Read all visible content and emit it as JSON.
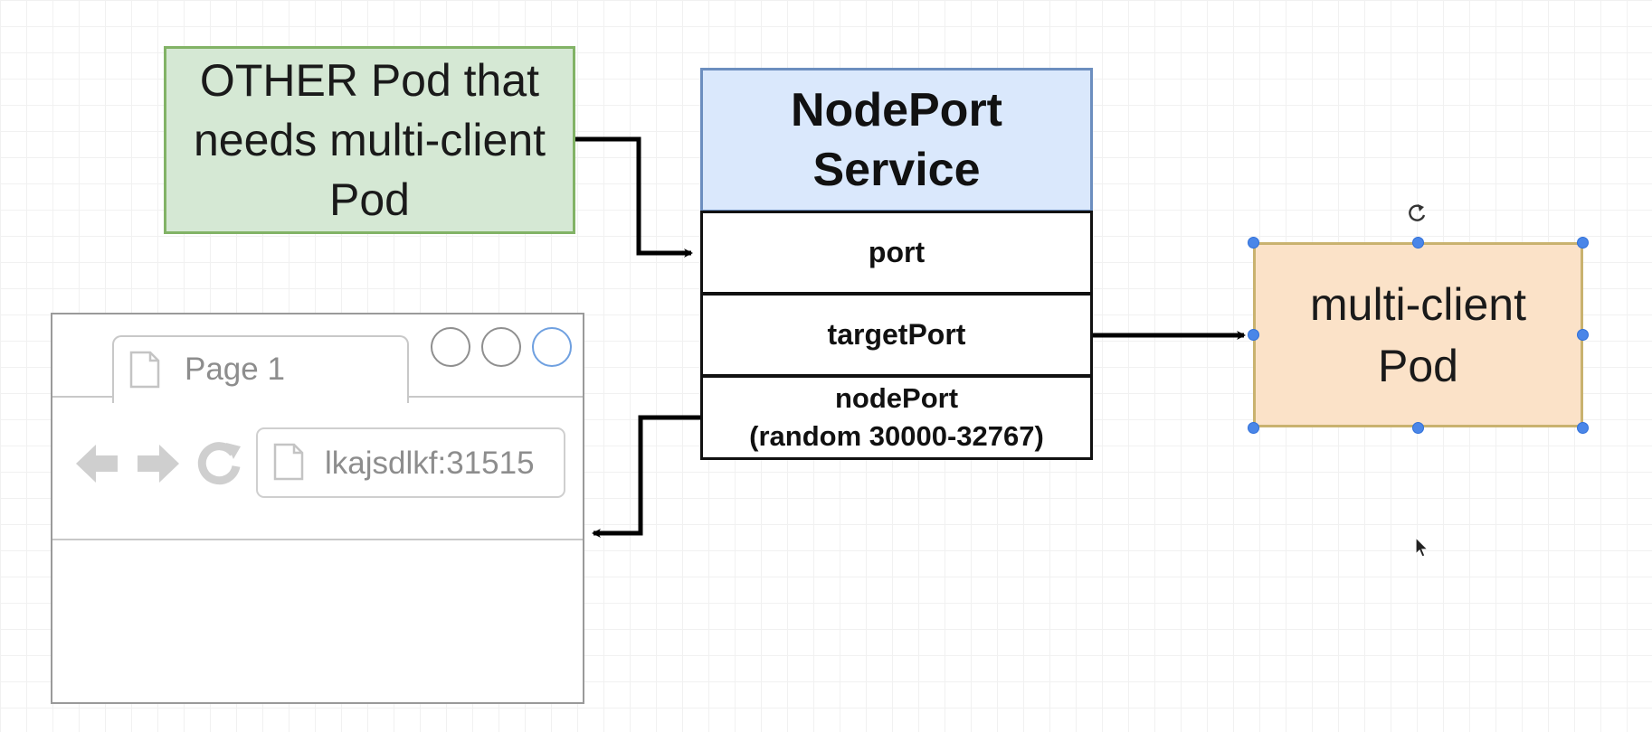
{
  "other_pod": {
    "line1": "OTHER Pod that",
    "line2": "needs multi-client",
    "line3": "Pod",
    "fill": "#d5e8d4",
    "stroke": "#82b366"
  },
  "service": {
    "title_line1": "NodePort",
    "title_line2": "Service",
    "fill": "#dae8fc",
    "stroke": "#6c8ebf",
    "rows": {
      "port": "port",
      "target_port": "targetPort",
      "node_port_line1": "nodePort",
      "node_port_line2": "(random 30000-32767)"
    }
  },
  "multi_client_pod": {
    "line1": "multi-client",
    "line2": "Pod",
    "fill": "#fbe2c8",
    "stroke": "#c9b26f",
    "selected": true
  },
  "browser": {
    "tab_label": "Page 1",
    "address": "lkajsdlkf:31515"
  },
  "icons": [
    "page-icon",
    "back-arrow-icon",
    "forward-arrow-icon",
    "reload-icon",
    "rotate-icon",
    "cursor-icon",
    "window-button"
  ]
}
